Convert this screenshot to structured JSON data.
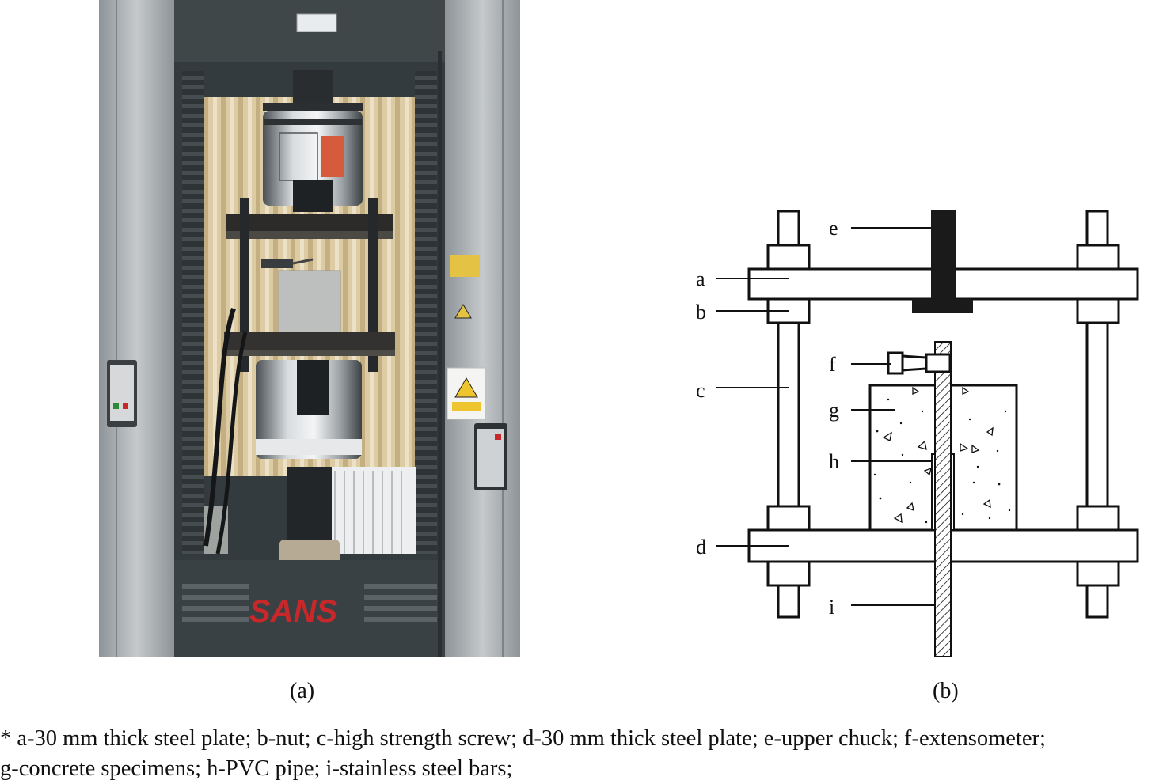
{
  "photo": {
    "brand_logo": "SANS"
  },
  "schematic": {
    "labels": [
      "a",
      "b",
      "c",
      "d",
      "e",
      "f",
      "g",
      "h",
      "i"
    ]
  },
  "captions": {
    "a": "(a)",
    "b": "(b)"
  },
  "footnote": "* a-30 mm thick steel plate; b-nut; c-high strength screw; d-30 mm thick steel plate; e-upper chuck; f-extensometer;\ng-concrete specimens; h-PVC pipe; i-stainless steel bars;",
  "colors": {
    "machine_frame": "#3d4548",
    "column_grey": "#a9aeb1",
    "curtain": "#d9c9a2",
    "logo_red": "#c8282a",
    "line": "#111111"
  }
}
